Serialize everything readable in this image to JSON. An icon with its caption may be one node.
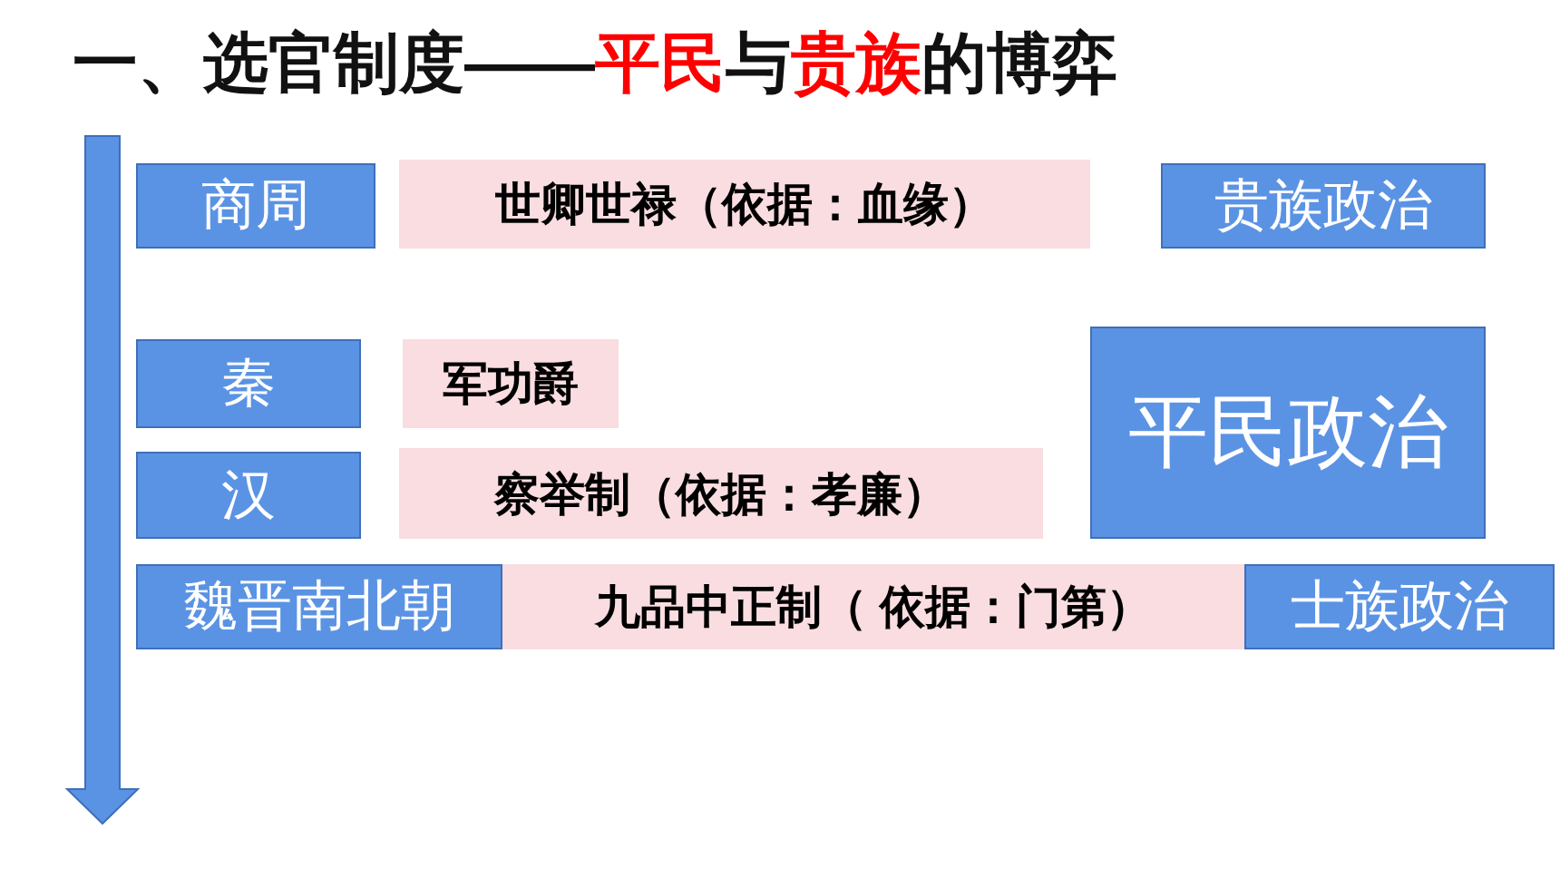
{
  "diagram": {
    "title": "一、选官制度——**平民**与**贵族**的博弈",
    "nodes": [
      {
        "text": [
          "商周"
        ]
      },
      {
        "text": [
          "世卿世禄（依据：血缘）"
        ]
      },
      {
        "text": [
          "贵族政治"
        ]
      },
      {
        "text": [
          "秦"
        ]
      },
      {
        "text": [
          "军功爵"
        ]
      },
      {
        "text": [
          "平民政治"
        ]
      },
      {
        "text": [
          "汉"
        ]
      },
      {
        "text": [
          "察举制（依据：孝廉）"
        ]
      },
      {
        "text": [
          "魏晋南北朝"
        ]
      },
      {
        "text": [
          "九品中正制（ 依据：门第）"
        ]
      },
      {
        "text": [
          "士族政治"
        ]
      }
    ]
  }
}
